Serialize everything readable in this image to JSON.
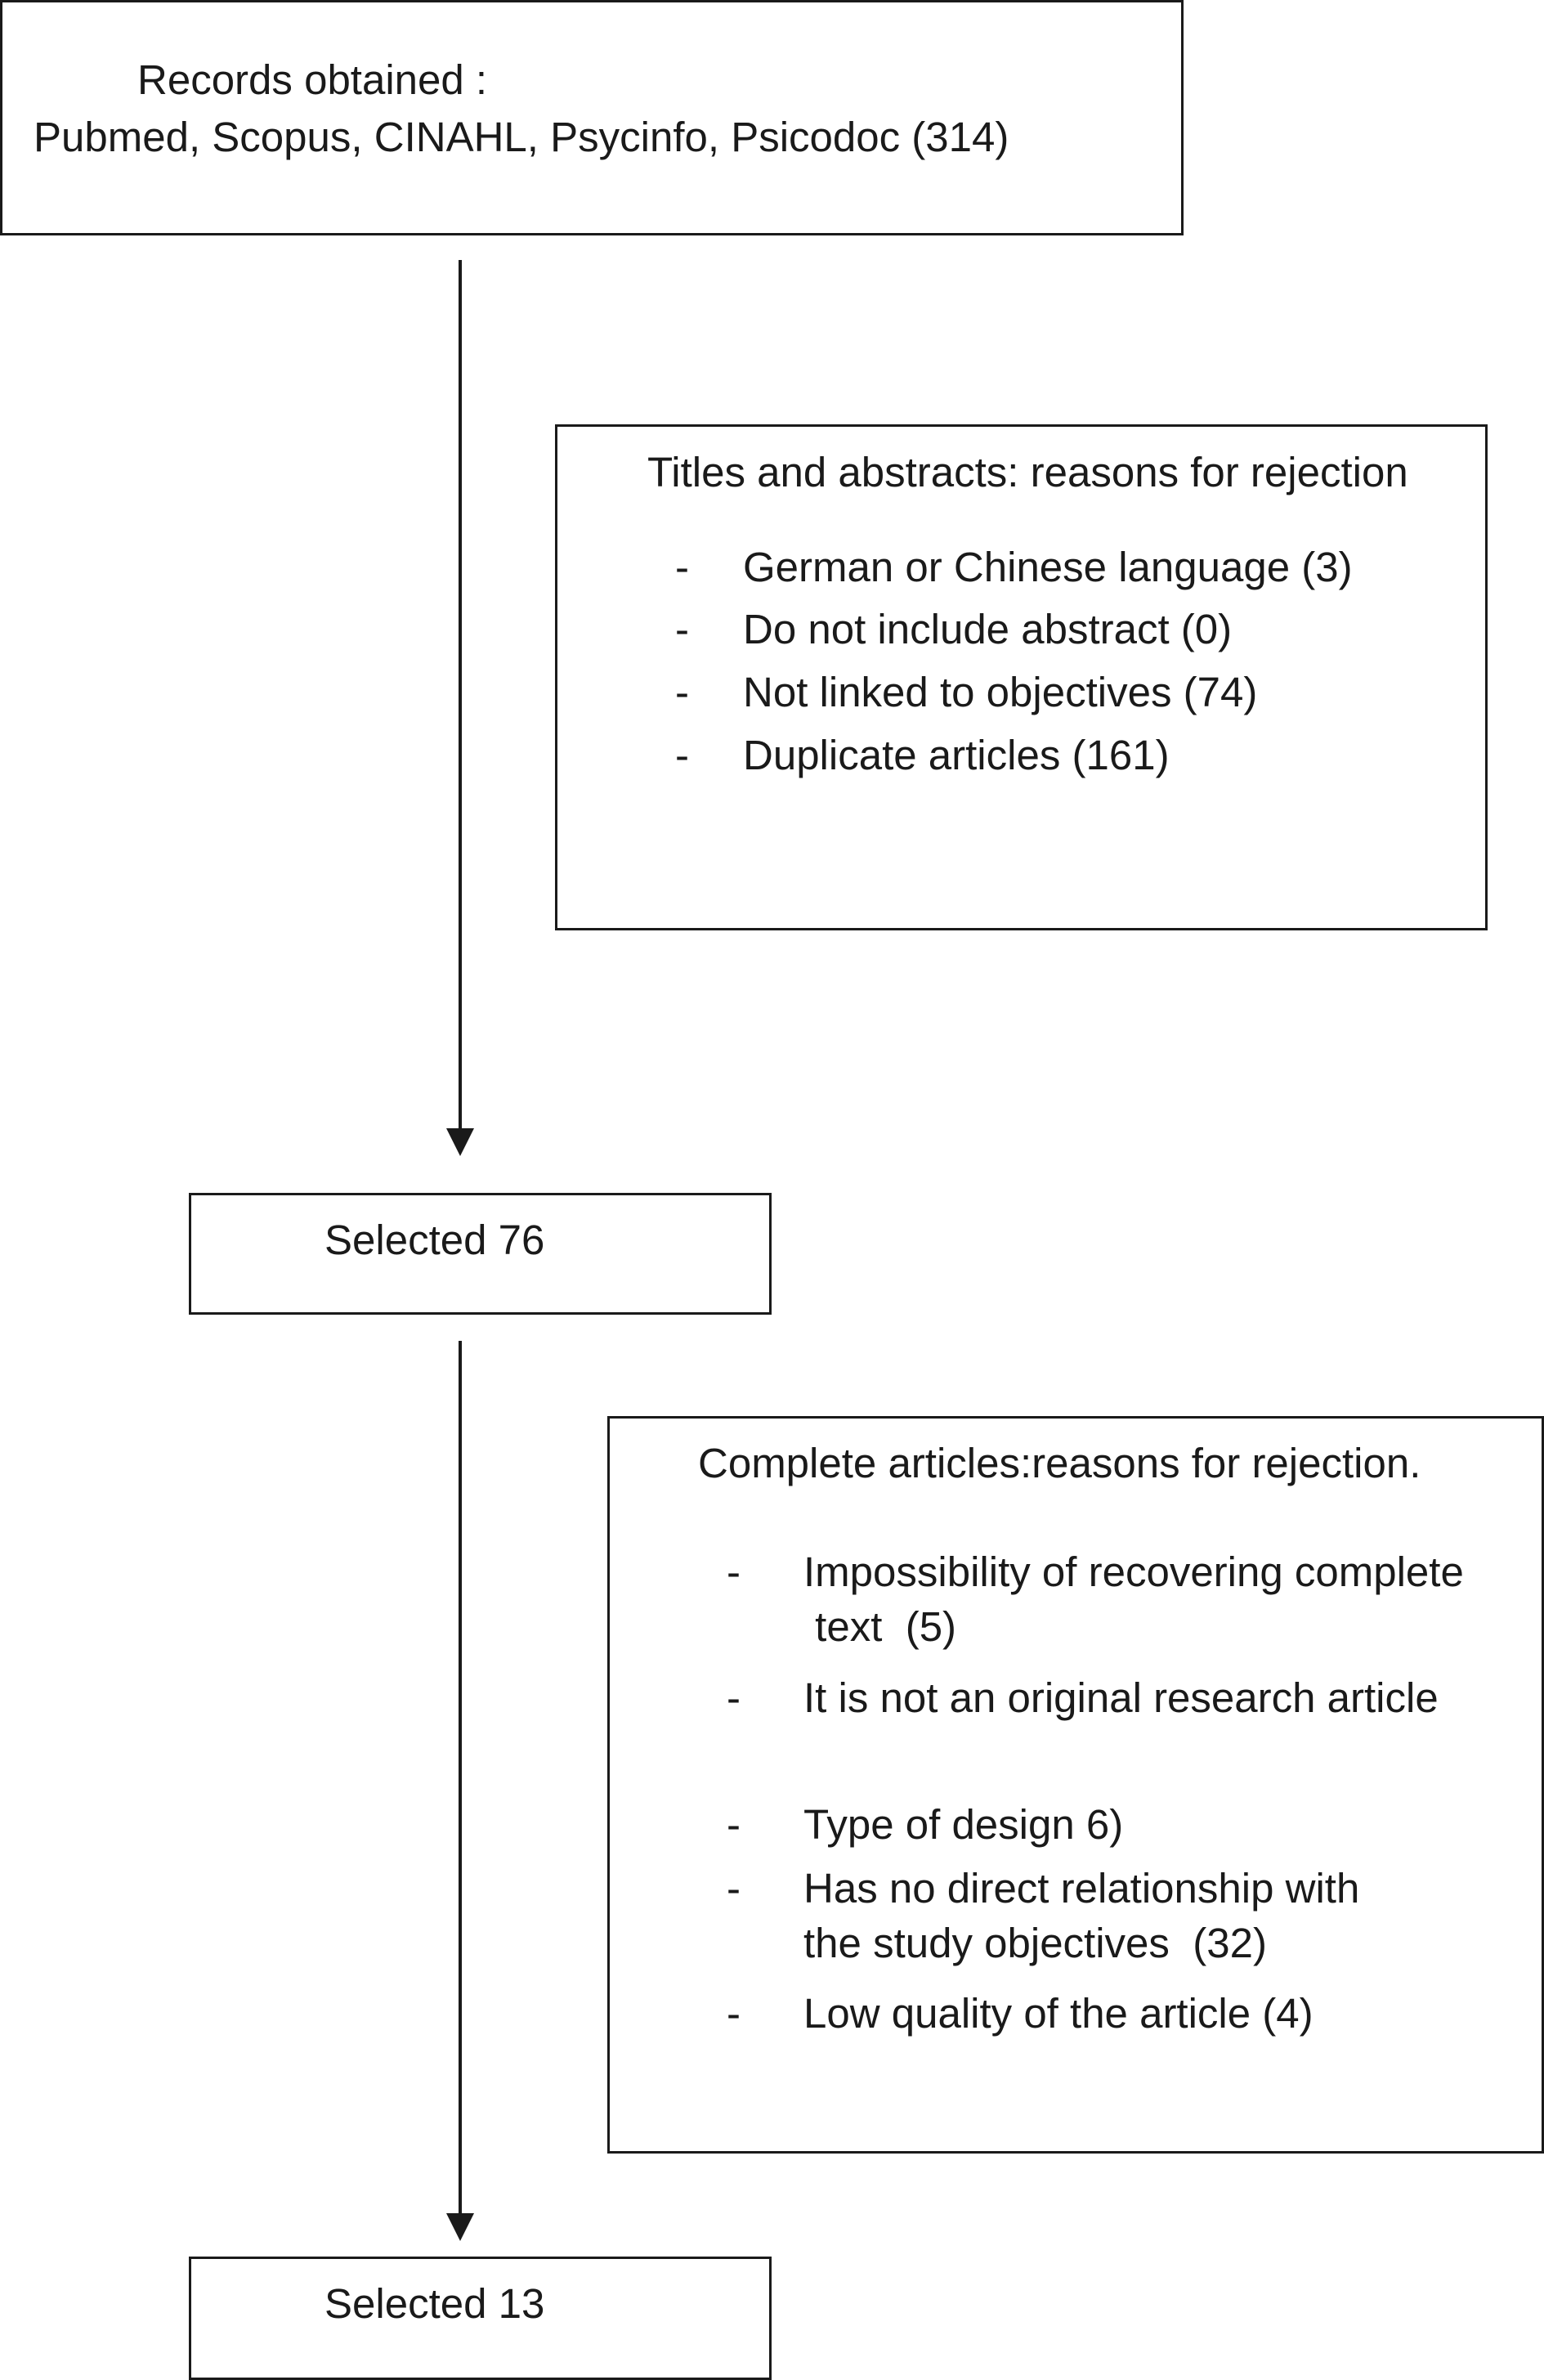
{
  "records_box": {
    "line1": "Records obtained :",
    "line2": "Pubmed, Scopus, CINAHL, Psycinfo, Psicodoc (314)"
  },
  "titles_box": {
    "title": "Titles and abstracts: reasons for rejection",
    "items": [
      {
        "dash": "-",
        "text": "German or Chinese language (3)"
      },
      {
        "dash": "-",
        "text": "Do not include abstract (0)"
      },
      {
        "dash": "-",
        "text": "Not linked to objectives (74)"
      },
      {
        "dash": "-",
        "text": "Duplicate articles (161)"
      }
    ]
  },
  "selected_box_1": {
    "label": "Selected 76"
  },
  "complete_box": {
    "title": "Complete articles:reasons for rejection.",
    "items": [
      {
        "dash": "-",
        "line1": "Impossibility of recovering complete",
        "line2": " text  (5)"
      },
      {
        "dash": "-",
        "line1": "It is not an original research article",
        "line2": ""
      },
      {
        "dash": "-",
        "line1": "Type of design 6)",
        "line2": ""
      },
      {
        "dash": "-",
        "line1": "Has no direct relationship with",
        "line2": "the study objectives  (32)"
      },
      {
        "dash": "-",
        "line1": "Low quality of the article (4)",
        "line2": ""
      }
    ]
  },
  "selected_box_2": {
    "label": "Selected 13"
  }
}
